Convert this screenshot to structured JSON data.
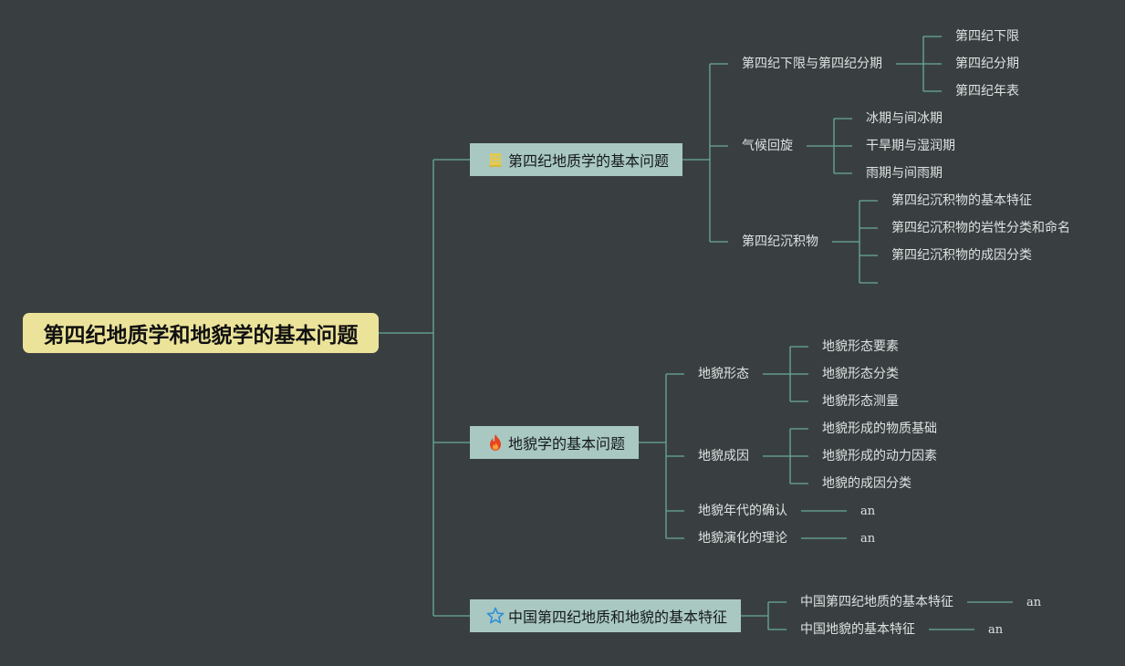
{
  "root": {
    "title": "第四纪地质学和地貌学的基本问题"
  },
  "branches": [
    {
      "label": "第四纪地质学的基本问题",
      "icon": "building-icon",
      "children": [
        {
          "label": "第四纪下限与第四纪分期",
          "leaves": [
            "第四纪下限",
            "第四纪分期",
            "第四纪年表"
          ]
        },
        {
          "label": "气候回旋",
          "leaves": [
            "冰期与间冰期",
            "干旱期与湿润期",
            "雨期与间雨期"
          ]
        },
        {
          "label": "第四纪沉积物",
          "leaves": [
            "第四纪沉积物的基本特征",
            "第四纪沉积物的岩性分类和命名",
            "第四纪沉积物的成因分类",
            ""
          ]
        }
      ]
    },
    {
      "label": "地貌学的基本问题",
      "icon": "fire-icon",
      "children": [
        {
          "label": "地貌形态",
          "leaves": [
            "地貌形态要素",
            "地貌形态分类",
            "地貌形态测量"
          ]
        },
        {
          "label": "地貌成因",
          "leaves": [
            "地貌形成的物质基础",
            "地貌形成的动力因素",
            "地貌的成因分类"
          ]
        },
        {
          "label": "地貌年代的确认",
          "leaves": [
            "an"
          ]
        },
        {
          "label": "地貌演化的理论",
          "leaves": [
            "an"
          ]
        }
      ]
    },
    {
      "label": "中国第四纪地质和地貌的基本特征",
      "icon": "star-icon",
      "children": [
        {
          "label": "中国第四纪地质的基本特征",
          "leaves": [
            "an"
          ]
        },
        {
          "label": "中国地貌的基本特征",
          "leaves": [
            "an"
          ]
        }
      ]
    }
  ],
  "colors": {
    "background": "#393f41",
    "root_fill": "#ece39a",
    "branch_fill": "#a9c8c2",
    "connector": "#6aa99b",
    "text": "#dde3e1"
  }
}
